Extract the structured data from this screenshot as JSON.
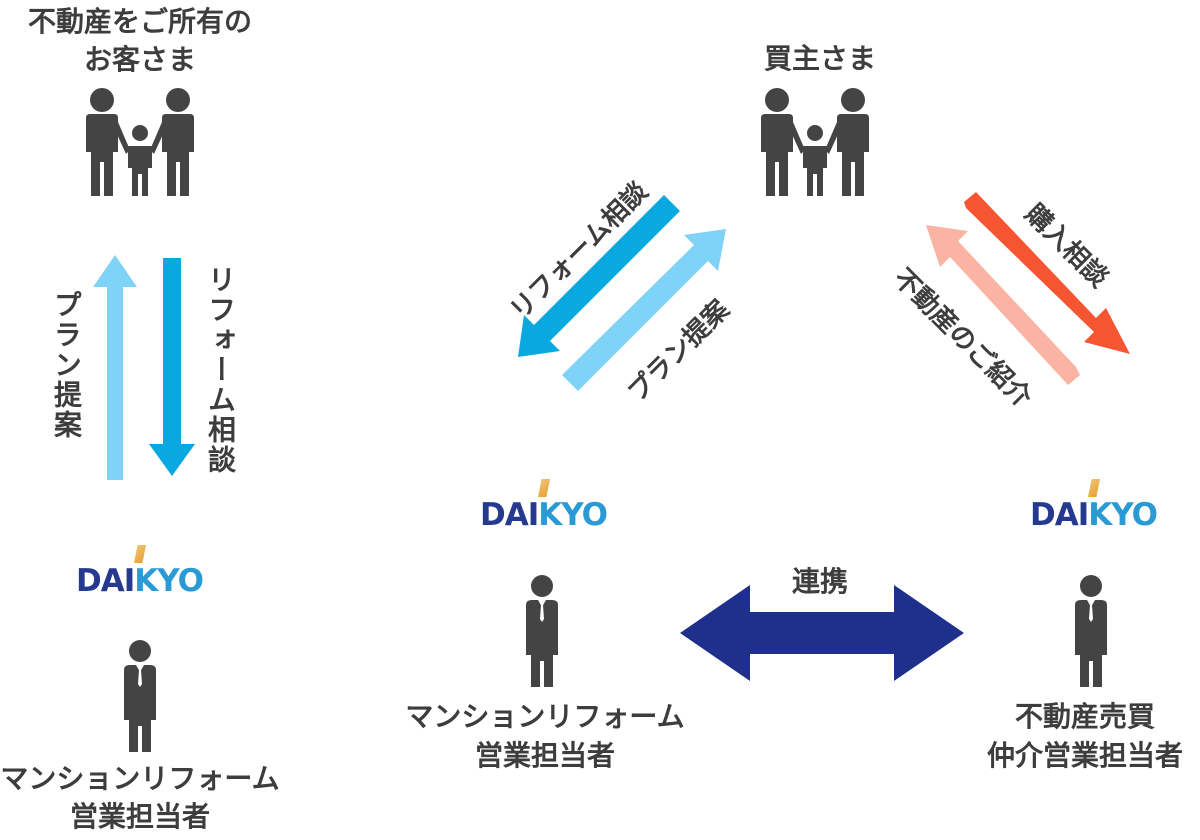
{
  "left": {
    "owner_title_line1": "不動産をご所有の",
    "owner_title_line2": "お客さま",
    "up_arrow_label": "プラン提案",
    "down_arrow_label": "リフォーム相談",
    "logo": {
      "dai": "DAI",
      "kyo": "KYO"
    },
    "staff_title_line1": "マンションリフォーム",
    "staff_title_line2": "営業担当者"
  },
  "right": {
    "buyer_title": "買主さま",
    "reform_consult_label": "リフォーム相談",
    "plan_proposal_label": "プラン提案",
    "purchase_consult_label": "購入相談",
    "property_intro_label": "不動産のご紹介",
    "reform_logo": {
      "dai": "DAI",
      "kyo": "KYO"
    },
    "reform_staff_line1": "マンションリフォーム",
    "reform_staff_line2": "営業担当者",
    "cooperation_label": "連携",
    "broker_logo": {
      "dai": "DAI",
      "kyo": "KYO"
    },
    "broker_staff_line1": "不動産売買",
    "broker_staff_line2": "仲介営業担当者"
  },
  "colors": {
    "dark_blue_arrow": "#1e2f8c",
    "blue_arrow": "#0aa8e0",
    "light_blue_arrow": "#7fd3f7",
    "red_arrow": "#f55531",
    "pink_arrow": "#fbb4a4",
    "figure_gray": "#444444",
    "logo_navy": "#253a8f",
    "logo_blue": "#2a9ad4"
  },
  "icons": [
    "family-icon",
    "businessman-icon"
  ]
}
